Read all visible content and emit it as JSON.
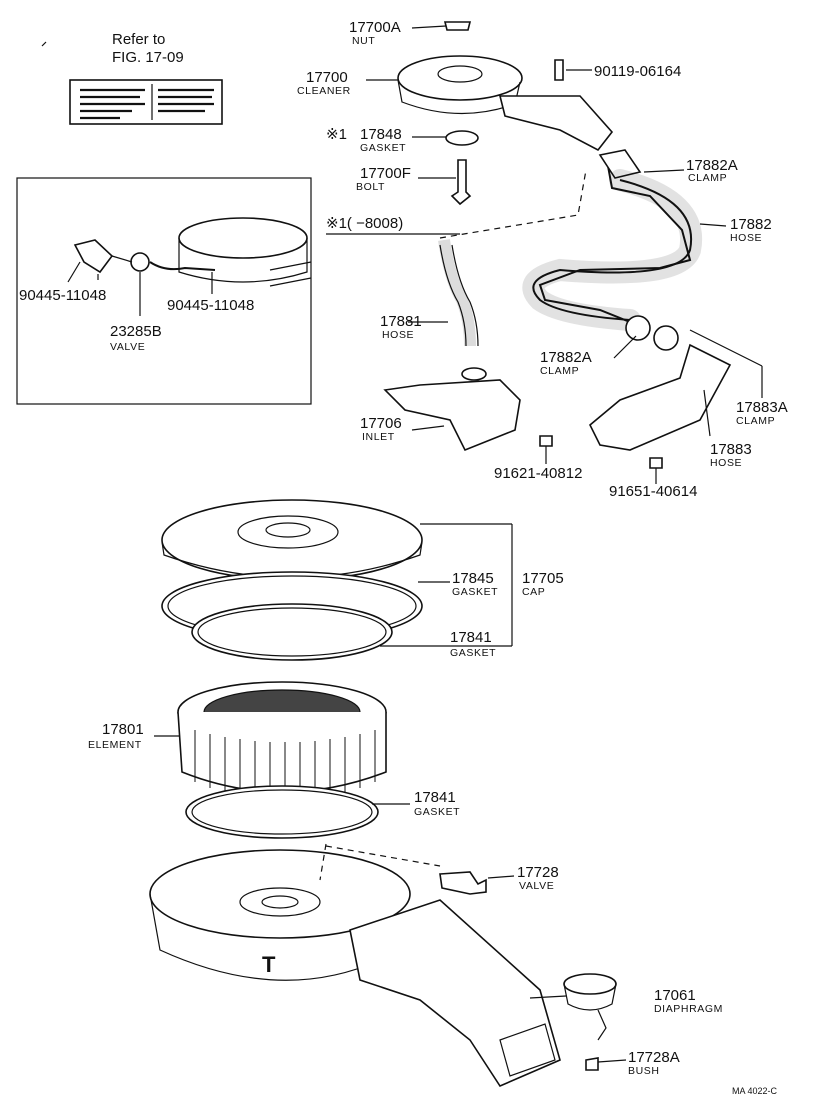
{
  "refer": {
    "line1": "Refer to",
    "line2": "FIG. 17-09"
  },
  "callouts": {
    "c17700A": {
      "num": "17700A",
      "name": "NUT"
    },
    "c90119": {
      "num": "90119-06164"
    },
    "c17700": {
      "num": "17700",
      "name": "CLEANER"
    },
    "c17848": {
      "mark": "※1",
      "num": "17848",
      "name": "GASKET"
    },
    "c17700F": {
      "num": "17700F",
      "name": "BOLT"
    },
    "c17882A_top": {
      "num": "17882A",
      "name": "CLAMP"
    },
    "c17882": {
      "num": "17882",
      "name": "HOSE"
    },
    "c8008": {
      "text": "※1(     −8008)"
    },
    "c90445a": {
      "num": "90445-11048"
    },
    "c90445b": {
      "num": "90445-11048"
    },
    "c23285B": {
      "num": "23285B",
      "name": "VALVE"
    },
    "c17881": {
      "num": "17881",
      "name": "HOSE"
    },
    "c17882A_mid": {
      "num": "17882A",
      "name": "CLAMP"
    },
    "c17883A": {
      "num": "17883A",
      "name": "CLAMP"
    },
    "c17706": {
      "num": "17706",
      "name": "INLET"
    },
    "c17883": {
      "num": "17883",
      "name": "HOSE"
    },
    "c91621": {
      "num": "91621-40812"
    },
    "c91651": {
      "num": "91651-40614"
    },
    "c17845": {
      "num": "17845",
      "name": "GASKET"
    },
    "c17705": {
      "num": "17705",
      "name": "CAP"
    },
    "c17841a": {
      "num": "17841",
      "name": "GASKET"
    },
    "c17801": {
      "num": "17801",
      "name": "ELEMENT"
    },
    "c17841b": {
      "num": "17841",
      "name": "GASKET"
    },
    "c17728": {
      "num": "17728",
      "name": "VALVE"
    },
    "c17061": {
      "num": "17061",
      "name": "DIAPHRAGM"
    },
    "c17728A": {
      "num": "17728A",
      "name": "BUSH"
    }
  },
  "footer": {
    "code": "MA 4022-C"
  }
}
